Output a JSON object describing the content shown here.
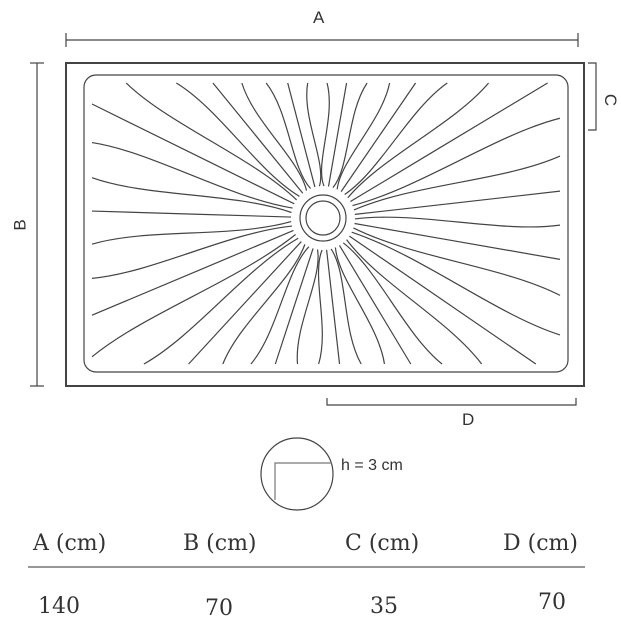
{
  "dimension_labels": {
    "a": "A",
    "b": "B",
    "c": "C",
    "d": "D"
  },
  "detail": {
    "height_label": "h = 3 cm"
  },
  "table": {
    "headers": [
      "A (cm)",
      "B (cm)",
      "C (cm)",
      "D (cm)"
    ],
    "values": [
      "140",
      "70",
      "35",
      "70"
    ]
  }
}
